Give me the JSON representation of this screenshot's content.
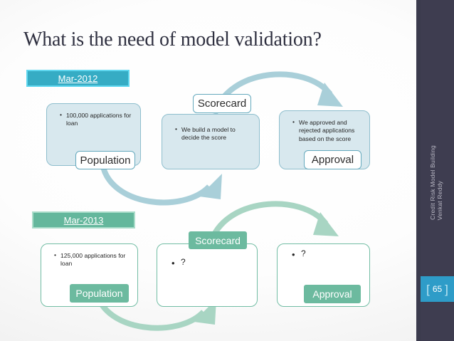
{
  "slide": {
    "title": "What is the need of model validation?",
    "page_number": "65",
    "credit_line_1": "Credit Risk Model Building",
    "credit_line_2": "Venkat Reddy",
    "accent_teal": "#36acc4",
    "accent_green": "#64b79c",
    "badge_color": "#2e9cc8",
    "rail_color": "#3e3d50",
    "title_color": "#2f3040"
  },
  "rows": [
    {
      "period_label": "Mar-2012",
      "theme": "teal",
      "stages": [
        {
          "tag": "Population",
          "bullets": [
            "100,000 applications for loan"
          ]
        },
        {
          "tag": "Scorecard",
          "bullets": [
            "We build a model to decide the score"
          ]
        },
        {
          "tag": "Approval",
          "bullets": [
            "We approved and rejected applications based on the score"
          ]
        }
      ]
    },
    {
      "period_label": "Mar-2013",
      "theme": "green",
      "stages": [
        {
          "tag": "Population",
          "bullets": [
            "125,000 applications for loan"
          ]
        },
        {
          "tag": "Scorecard",
          "bullets": [
            "?"
          ]
        },
        {
          "tag": "Approval",
          "bullets": [
            "?"
          ]
        }
      ]
    }
  ]
}
